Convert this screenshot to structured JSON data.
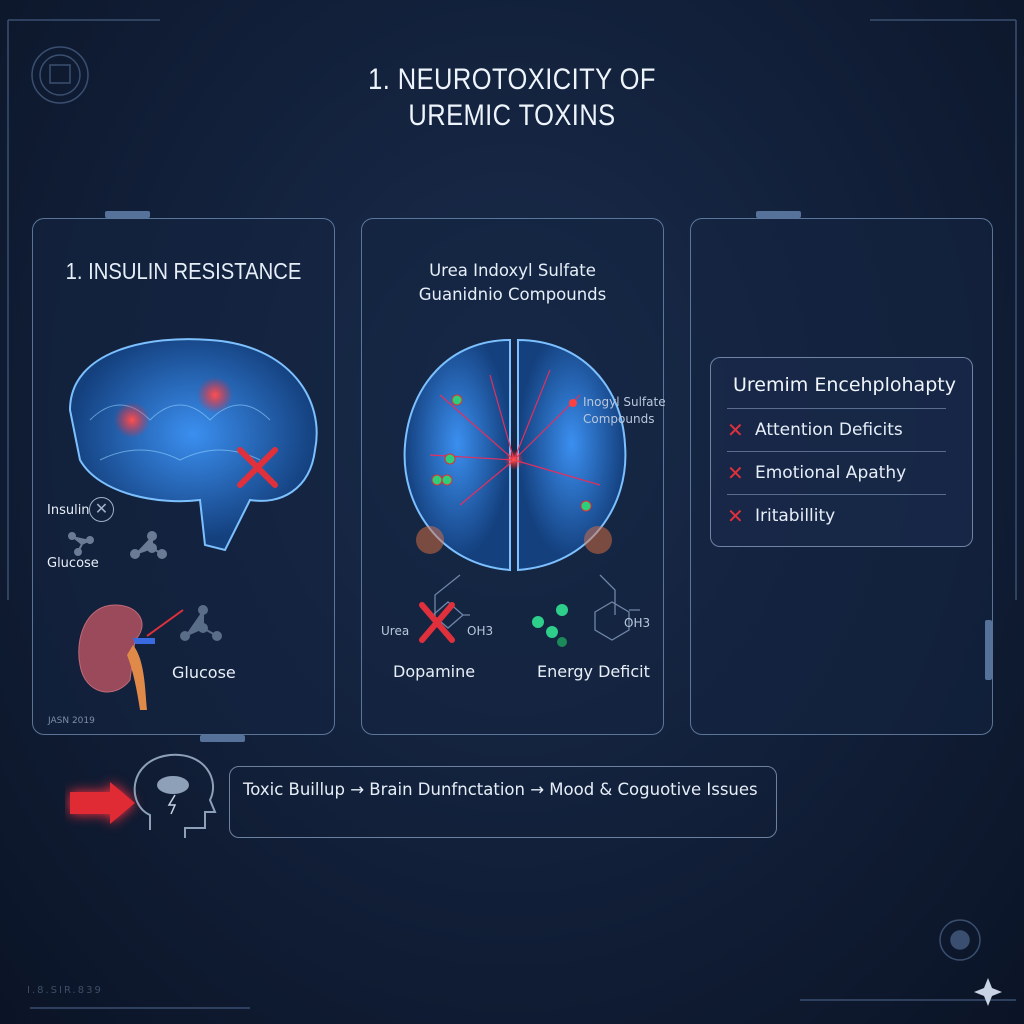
{
  "title": {
    "line1": "1. NEUROTOXICITY OF",
    "line2": "UREMIC TOXINS"
  },
  "panel_left": {
    "heading": "1. INSULIN RESISTANCE",
    "insulin": "Insulin",
    "glucose_small": "Glucose",
    "glucose_large": "Glucose",
    "citation": "JASN 2019"
  },
  "panel_middle": {
    "heading_line1": "Urea Indoxyl Sulfate",
    "heading_line2": "Guanidnio Compounds",
    "callout_line1": "Inogyl Sulfate",
    "callout_line2": "Compounds",
    "urea": "Urea",
    "oh3_left": "OH3",
    "oh3_right": "OH3",
    "dopamine": "Dopamine",
    "energy": "Energy Deficit"
  },
  "panel_right": {
    "heading": "Uremim Encehplohapty",
    "items": [
      "Attention Deficits",
      "Emotional Apathy",
      "Iritabillity"
    ]
  },
  "flow": {
    "text": "Toxic Buillup → Brain Dunfnctation → Mood & Coguotive Issues"
  },
  "footer": {
    "code": "I.8.SIR.839"
  },
  "colors": {
    "accent_red": "#e0303c",
    "brain_blue": "#3a8ee8",
    "panel_border": "#96b9e6"
  }
}
